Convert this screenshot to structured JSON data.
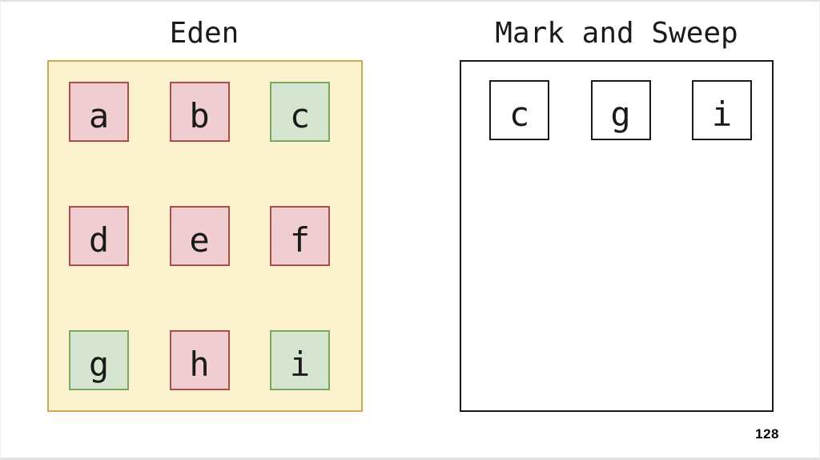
{
  "page": {
    "number": "128"
  },
  "palette": {
    "cream_fill": "#FCF2D0",
    "gold_border": "#CFA94F",
    "pink_fill": "#F0CDD1",
    "pink_border": "#AC4E48",
    "green_fill": "#D5E5D0",
    "green_border": "#7AA95E",
    "plain_fill": "#FFFFFF",
    "plain_border": "#1A1A1A",
    "text": "#1A1A1A"
  },
  "eden": {
    "title": "Eden",
    "columns": 3,
    "cells": [
      {
        "label": "a",
        "kind": "pink"
      },
      {
        "label": "b",
        "kind": "pink"
      },
      {
        "label": "c",
        "kind": "green"
      },
      {
        "label": "d",
        "kind": "pink"
      },
      {
        "label": "e",
        "kind": "pink"
      },
      {
        "label": "f",
        "kind": "pink"
      },
      {
        "label": "g",
        "kind": "green"
      },
      {
        "label": "h",
        "kind": "pink"
      },
      {
        "label": "i",
        "kind": "green"
      }
    ]
  },
  "mark_and_sweep": {
    "title": "Mark and Sweep",
    "columns": 3,
    "cells": [
      {
        "label": "c",
        "kind": "plain"
      },
      {
        "label": "g",
        "kind": "plain"
      },
      {
        "label": "i",
        "kind": "plain"
      }
    ]
  }
}
